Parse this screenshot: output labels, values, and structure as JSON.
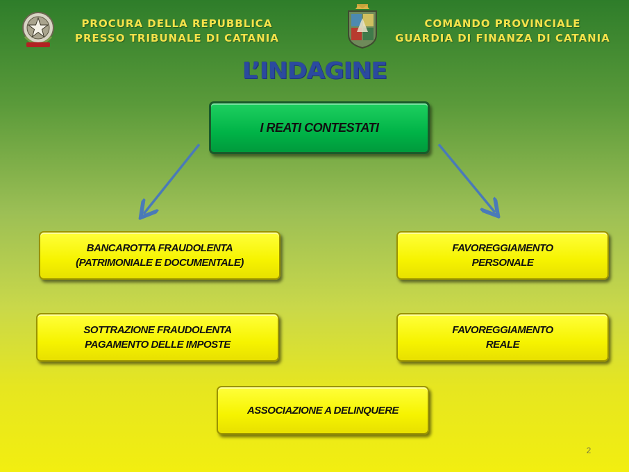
{
  "header": {
    "left_line1": "PROCURA DELLA REPUBBLICA",
    "left_line2": "PRESSO TRIBUNALE DI CATANIA",
    "right_line1": "COMANDO PROVINCIALE",
    "right_line2": "GUARDIA DI FINANZA DI CATANIA",
    "left_emblem_icon": "italian-republic-emblem",
    "right_emblem_icon": "guardia-di-finanza-crest"
  },
  "title": "L’INDAGINE",
  "root_box": "I REATI CONTESTATI",
  "boxes": [
    {
      "line1": "BANCAROTTA FRAUDOLENTA",
      "line2": "(PATRIMONIALE E DOCUMENTALE)"
    },
    {
      "line1": "FAVOREGGIAMENTO",
      "line2": "PERSONALE"
    },
    {
      "line1": "SOTTRAZIONE FRAUDOLENTA",
      "line2": "PAGAMENTO DELLE IMPOSTE"
    },
    {
      "line1": "FAVOREGGIAMENTO",
      "line2": "REALE"
    },
    {
      "line1": "ASSOCIAZIONE A DELINQUERE"
    }
  ],
  "page_number": "2",
  "colors": {
    "title": "#2b4a9f",
    "header_text": "#f4e24a",
    "root_box": "#00b347",
    "leaf_box": "#f6f300",
    "arrow": "#4a7ab8"
  }
}
